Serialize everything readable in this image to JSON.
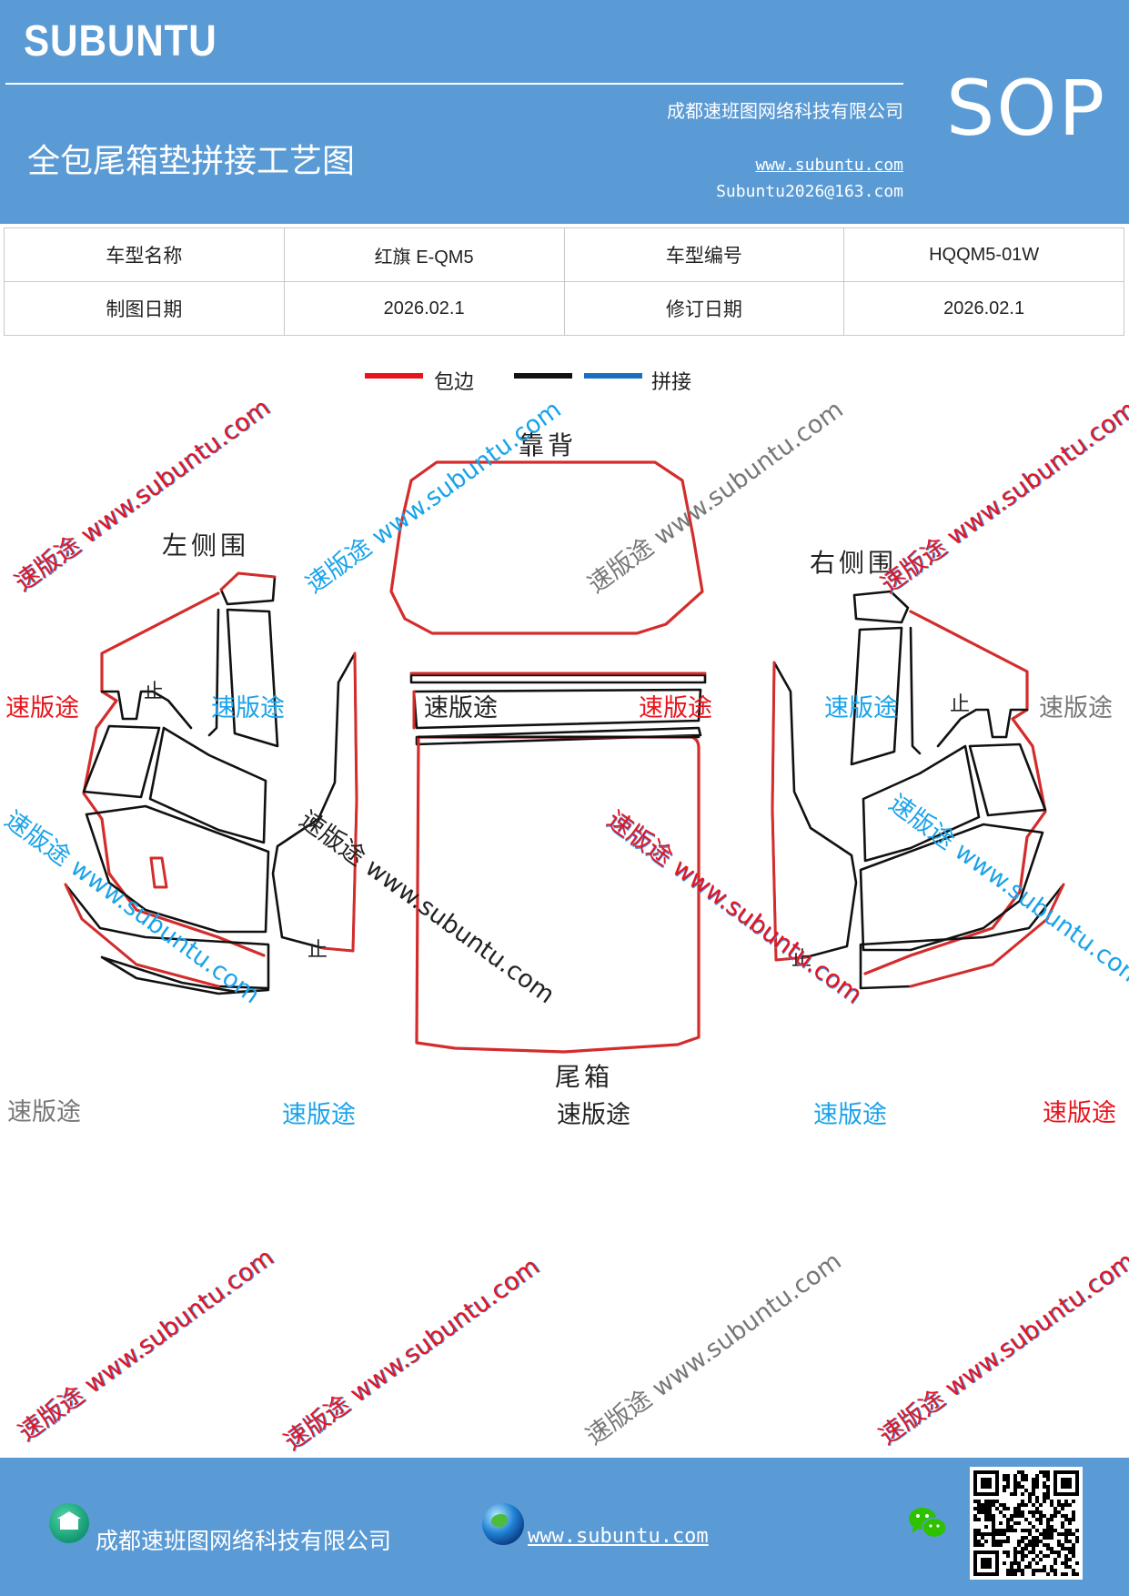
{
  "header": {
    "brand": "SUBUNTU",
    "sop": "SOP",
    "company": "成都速班图网络科技有限公司",
    "title": "全包尾箱垫拼接工艺图",
    "website": "www.subuntu.com",
    "email": "Subuntu2026@163.com"
  },
  "info_table": {
    "rows": [
      [
        {
          "label": "车型名称"
        },
        {
          "value": "红旗 E-QM5"
        },
        {
          "label": "车型编号"
        },
        {
          "value": "HQQM5-01W"
        }
      ],
      [
        {
          "label": "制图日期"
        },
        {
          "value": "2026.02.1"
        },
        {
          "label": "修订日期"
        },
        {
          "value": "2026.02.1"
        }
      ]
    ]
  },
  "legend": {
    "items": [
      {
        "label": "包边",
        "color": "#e8141c"
      },
      {
        "label": "",
        "color": "#111111"
      },
      {
        "label": "拼接",
        "color": "#1a6fc0"
      }
    ]
  },
  "parts": {
    "backrest": "靠背",
    "left_side": "左侧围",
    "right_side": "右侧围",
    "trunk": "尾箱",
    "stop_mark": "止"
  },
  "watermark": {
    "brand_cn": "速版途",
    "url": "www.subuntu.com",
    "colors": {
      "red": "#e8141c",
      "blue": "#1aa3ea",
      "grey": "#777777",
      "black": "#222222"
    }
  },
  "footer": {
    "company": "成都速班图网络科技有限公司",
    "website": "www.subuntu.com",
    "icons": [
      "house-icon",
      "globe-icon",
      "wechat-icon",
      "qr-code"
    ]
  }
}
